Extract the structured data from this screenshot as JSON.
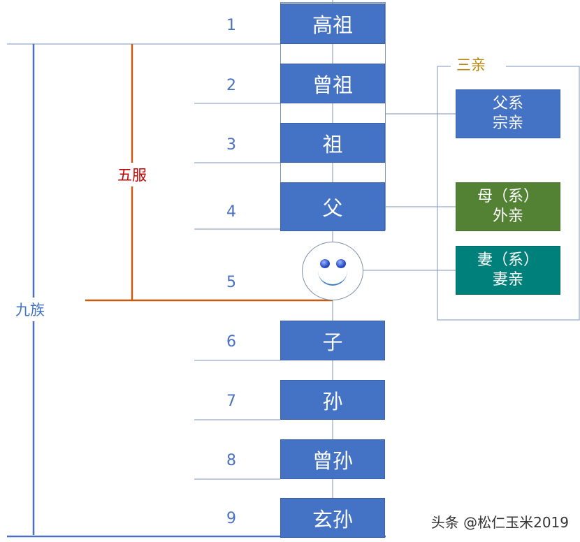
{
  "generations": [
    {
      "number": "1",
      "label": "高祖"
    },
    {
      "number": "2",
      "label": "曾祖"
    },
    {
      "number": "3",
      "label": "祖"
    },
    {
      "number": "4",
      "label": "父"
    },
    {
      "number": "5",
      "label": ""
    },
    {
      "number": "6",
      "label": "子"
    },
    {
      "number": "7",
      "label": "孙"
    },
    {
      "number": "8",
      "label": "曾孙"
    },
    {
      "number": "9",
      "label": "玄孙"
    }
  ],
  "brackets": {
    "jiuzu": "九族",
    "wufu": "五服",
    "sanqin": "三亲"
  },
  "relatives": {
    "father_side": [
      "父系",
      "宗亲"
    ],
    "mother_side": [
      "母（系）",
      "外亲"
    ],
    "wife_side": [
      "妻（系）",
      "妻亲"
    ]
  },
  "colors": {
    "generation_box": "#4472c4",
    "father_box": "#4472c4",
    "mother_box": "#548235",
    "wife_box": "#00807a",
    "jiuzu": "#4472c4",
    "wufu": "#c55a11",
    "sanqin": "#b8860b"
  },
  "watermark": "头条 @松仁玉米2019"
}
